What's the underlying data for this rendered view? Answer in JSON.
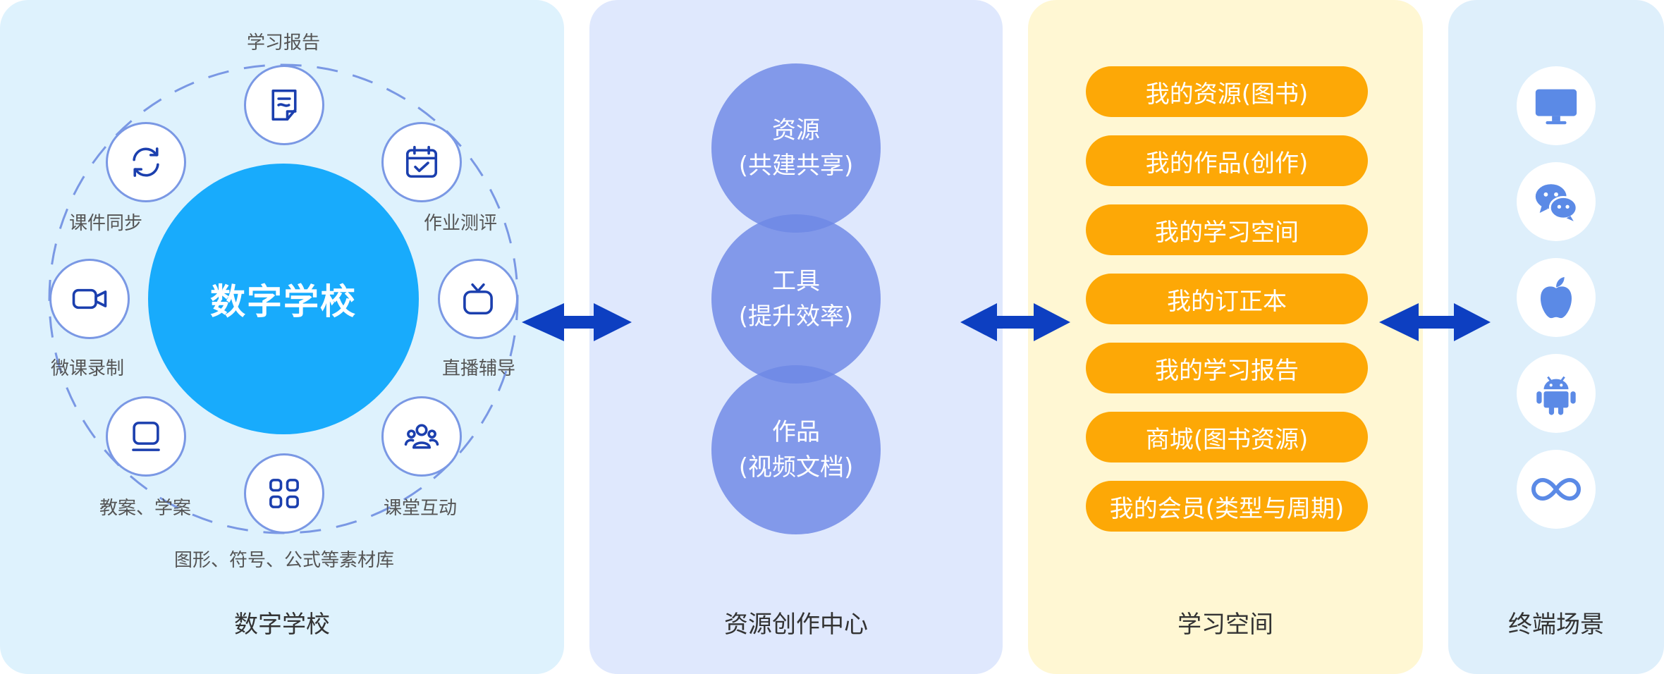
{
  "school": {
    "hub_label": "数字学校",
    "panel_title": "数字学校",
    "nodes": [
      {
        "label": "学习报告",
        "icon": "report-note-icon"
      },
      {
        "label": "作业测评",
        "icon": "calendar-check-icon"
      },
      {
        "label": "直播辅导",
        "icon": "tv-icon"
      },
      {
        "label": "课堂互动",
        "icon": "group-users-icon"
      },
      {
        "label": "图形、符号、公式等素材库",
        "icon": "grid-apps-icon"
      },
      {
        "label": "教案、学案",
        "icon": "monitor-icon"
      },
      {
        "label": "微课录制",
        "icon": "video-camera-icon"
      },
      {
        "label": "课件同步",
        "icon": "sync-icon"
      }
    ]
  },
  "center": {
    "panel_title": "资源创作中心",
    "bubbles": [
      {
        "title": "资源",
        "sub": "(共建共享)"
      },
      {
        "title": "工具",
        "sub": "(提升效率)"
      },
      {
        "title": "作品",
        "sub": "(视频文档)"
      }
    ]
  },
  "space": {
    "panel_title": "学习空间",
    "items": [
      "我的资源(图书)",
      "我的作品(创作)",
      "我的学习空间",
      "我的订正本",
      "我的学习报告",
      "商城(图书资源)",
      "我的会员(类型与周期)"
    ]
  },
  "terminals": {
    "panel_title": "终端场景",
    "icons": [
      "desktop-icon",
      "wechat-icon",
      "apple-icon",
      "android-icon",
      "infinity-app-icon"
    ]
  },
  "colors": {
    "hub": "#18abfc",
    "node_border": "#7a98e4",
    "icon_stroke": "#1b3fae",
    "bubble": "#6e88e5",
    "pill": "#fda806",
    "arrow": "#0d3fc1",
    "terminal_icon": "#5b8ae6"
  }
}
